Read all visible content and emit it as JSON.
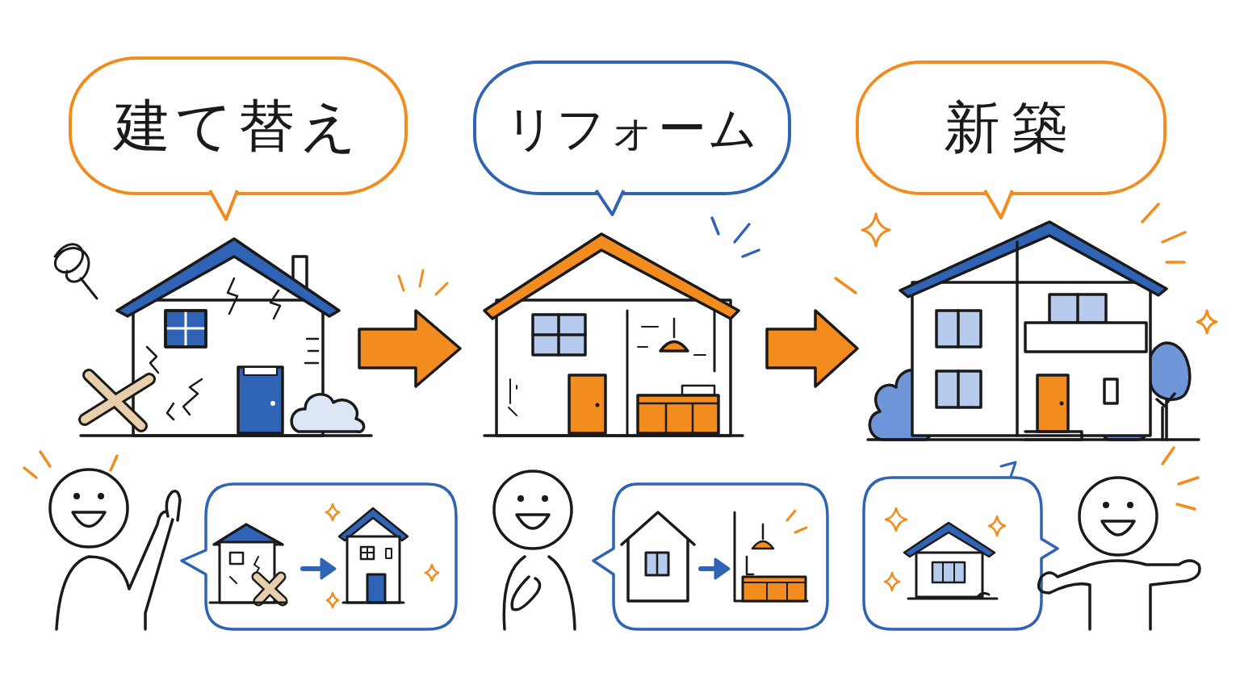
{
  "diagram": {
    "nodes": [
      {
        "text": [
          "建て替え"
        ]
      },
      {
        "text": [
          "リフォーム"
        ]
      },
      {
        "text": [
          "新築"
        ]
      }
    ]
  }
}
